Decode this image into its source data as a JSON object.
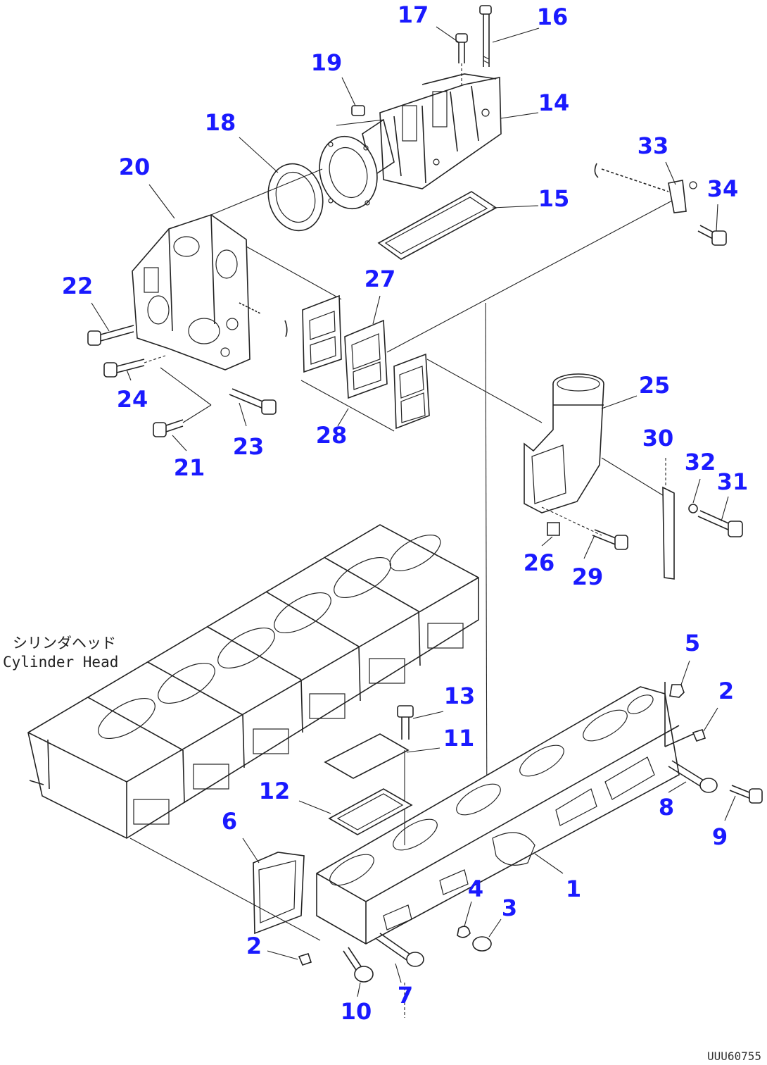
{
  "diagram": {
    "caption_jp": "シリンダヘッド",
    "caption_en": "Cylinder Head",
    "drawing_code": "UUU60755",
    "colors": {
      "callout": "#1a1aff",
      "line": "#222222",
      "background": "#ffffff"
    },
    "callouts": [
      {
        "id": "c17",
        "label": "17"
      },
      {
        "id": "c16",
        "label": "16"
      },
      {
        "id": "c19",
        "label": "19"
      },
      {
        "id": "c14",
        "label": "14"
      },
      {
        "id": "c18",
        "label": "18"
      },
      {
        "id": "c20",
        "label": "20"
      },
      {
        "id": "c33",
        "label": "33"
      },
      {
        "id": "c34",
        "label": "34"
      },
      {
        "id": "c15",
        "label": "15"
      },
      {
        "id": "c22",
        "label": "22"
      },
      {
        "id": "c27",
        "label": "27"
      },
      {
        "id": "c25",
        "label": "25"
      },
      {
        "id": "c24",
        "label": "24"
      },
      {
        "id": "c28",
        "label": "28"
      },
      {
        "id": "c23",
        "label": "23"
      },
      {
        "id": "c21",
        "label": "21"
      },
      {
        "id": "c30",
        "label": "30"
      },
      {
        "id": "c32",
        "label": "32"
      },
      {
        "id": "c31",
        "label": "31"
      },
      {
        "id": "c26",
        "label": "26"
      },
      {
        "id": "c29",
        "label": "29"
      },
      {
        "id": "c5",
        "label": "5"
      },
      {
        "id": "c2a",
        "label": "2"
      },
      {
        "id": "c13",
        "label": "13"
      },
      {
        "id": "c11",
        "label": "11"
      },
      {
        "id": "c12",
        "label": "12"
      },
      {
        "id": "c8",
        "label": "8"
      },
      {
        "id": "c6",
        "label": "6"
      },
      {
        "id": "c9",
        "label": "9"
      },
      {
        "id": "c1",
        "label": "1"
      },
      {
        "id": "c4",
        "label": "4"
      },
      {
        "id": "c3",
        "label": "3"
      },
      {
        "id": "c2b",
        "label": "2"
      },
      {
        "id": "c7",
        "label": "7"
      },
      {
        "id": "c10",
        "label": "10"
      }
    ]
  }
}
